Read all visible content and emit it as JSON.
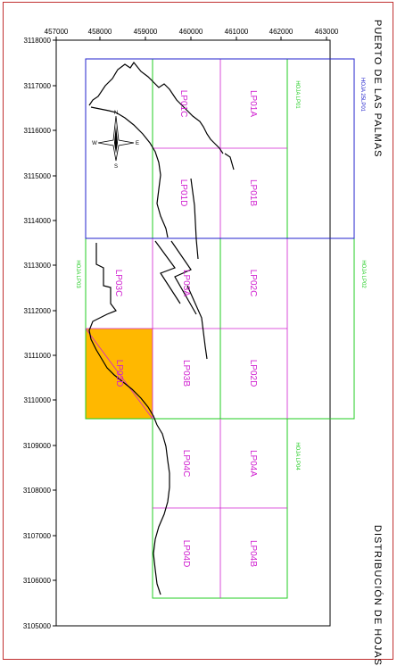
{
  "title": "PUERTO DE LAS PALMAS",
  "subtitle": "DISTRIBUCIÓN DE HOJAS",
  "colors": {
    "frame": "#c03030",
    "sheet_label": "#d020d0",
    "grid_green": "#22cc22",
    "grid_blue": "#2222cc",
    "highlight": "#ffb800",
    "coast": "#000000"
  },
  "axes": {
    "x_ticks": [
      "457000",
      "458000",
      "459000",
      "460000",
      "461000",
      "462000",
      "463000"
    ],
    "y_ticks": [
      "3118000",
      "3117000",
      "3116000",
      "3115000",
      "3114000",
      "3113000",
      "3112000",
      "3111000",
      "3110000",
      "3109000",
      "3108000",
      "3107000",
      "3106000",
      "3105000"
    ]
  },
  "compass": {
    "n": "N",
    "s": "S",
    "e": "E",
    "w": "W"
  },
  "sheet_groups": [
    {
      "label": "HOJA 25LP01",
      "color": "#2222cc"
    },
    {
      "label": "HOJA LP01",
      "color": "#22cc22"
    },
    {
      "label": "HOJA LP02",
      "color": "#22cc22"
    },
    {
      "label": "HOJA LP03",
      "color": "#22cc22"
    },
    {
      "label": "HOJA LP04",
      "color": "#22cc22"
    }
  ],
  "sheets": [
    {
      "label": "LP01C",
      "highlighted": false
    },
    {
      "label": "LP01A",
      "highlighted": false
    },
    {
      "label": "LP01D",
      "highlighted": false
    },
    {
      "label": "LP01B",
      "highlighted": false
    },
    {
      "label": "LP03C",
      "highlighted": false
    },
    {
      "label": "LP03A",
      "highlighted": false
    },
    {
      "label": "LP02C",
      "highlighted": false
    },
    {
      "label": "LP03D",
      "highlighted": true
    },
    {
      "label": "LP03B",
      "highlighted": false
    },
    {
      "label": "LP02D",
      "highlighted": false
    },
    {
      "label": "LP04C",
      "highlighted": false
    },
    {
      "label": "LP04A",
      "highlighted": false
    },
    {
      "label": "LP04D",
      "highlighted": false
    },
    {
      "label": "LP04B",
      "highlighted": false
    }
  ]
}
